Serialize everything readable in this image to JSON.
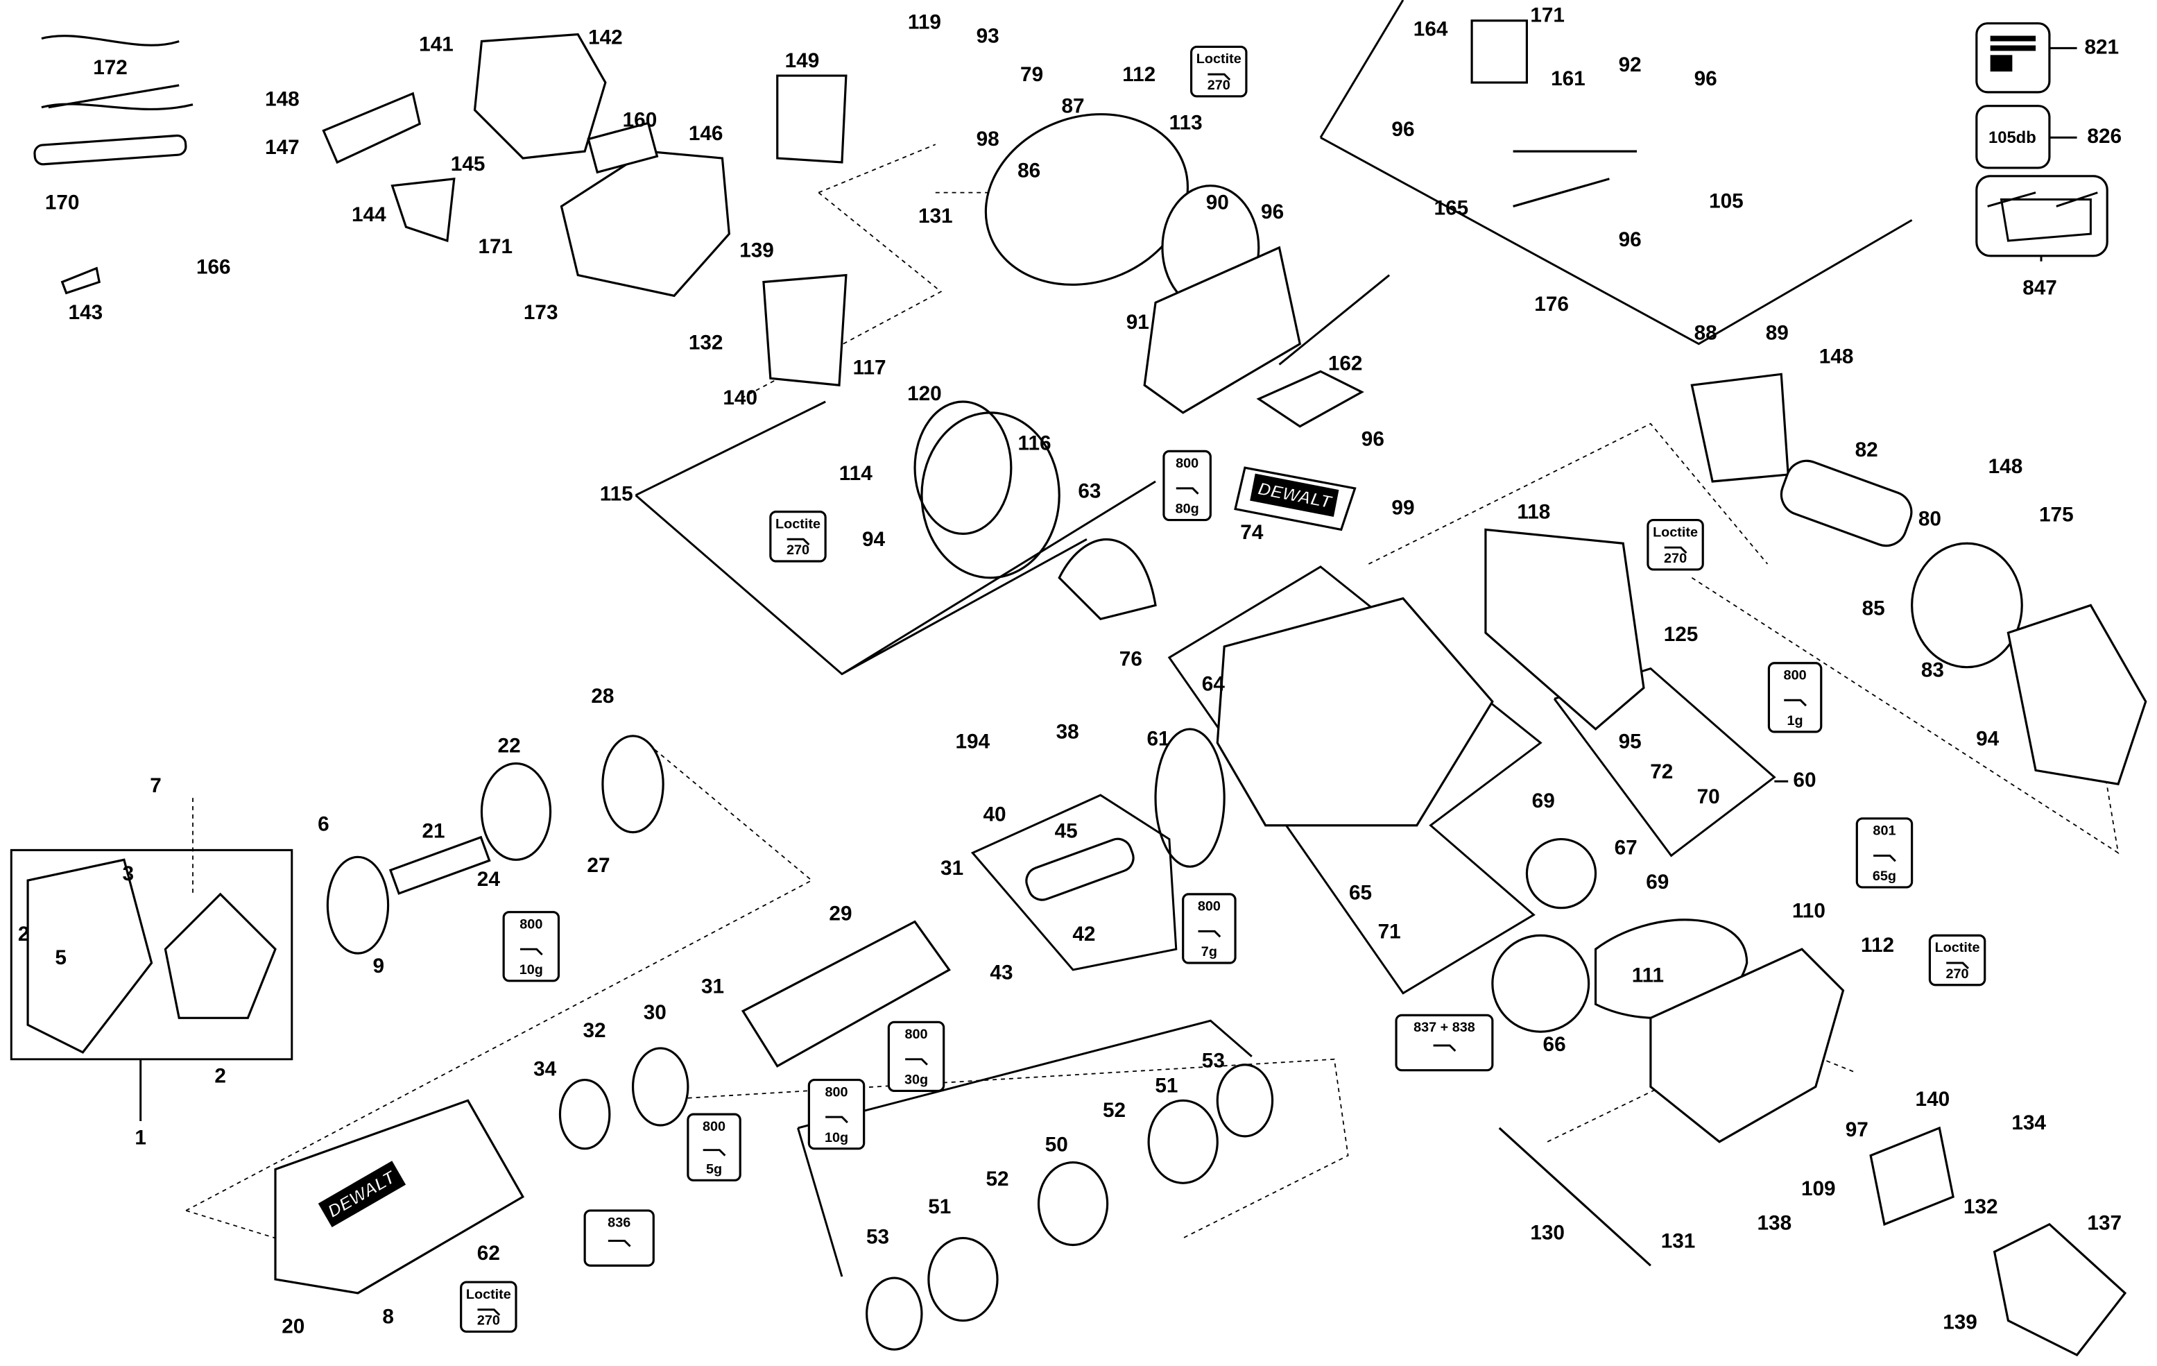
{
  "diagram": {
    "parts": [
      "172",
      "170",
      "143",
      "166",
      "148",
      "147",
      "141",
      "142",
      "145",
      "144",
      "171",
      "173",
      "160",
      "146",
      "149",
      "139",
      "132",
      "140",
      "119",
      "93",
      "79",
      "87",
      "98",
      "86",
      "131",
      "112",
      "113",
      "90",
      "96",
      "91",
      "162",
      "164",
      "171",
      "161",
      "92",
      "96",
      "96",
      "165",
      "105",
      "96",
      "176",
      "821",
      "826",
      "847",
      "88",
      "89",
      "148",
      "117",
      "120",
      "114",
      "116",
      "115",
      "94",
      "63",
      "96",
      "74",
      "99",
      "118",
      "125",
      "82",
      "80",
      "148",
      "175",
      "85",
      "83",
      "94",
      "76",
      "64",
      "95",
      "72",
      "70",
      "60",
      "28",
      "22",
      "7",
      "6",
      "21",
      "24",
      "27",
      "9",
      "3",
      "2",
      "5",
      "2",
      "1",
      "194",
      "38",
      "40",
      "61",
      "45",
      "31",
      "43",
      "42",
      "29",
      "31",
      "30",
      "32",
      "34",
      "69",
      "67",
      "69",
      "65",
      "71",
      "110",
      "111",
      "112",
      "66",
      "53",
      "51",
      "52",
      "50",
      "52",
      "51",
      "53",
      "62",
      "20",
      "8",
      "130",
      "131",
      "138",
      "109",
      "97",
      "140",
      "132",
      "139",
      "134",
      "137"
    ],
    "callouts": [
      {
        "line1": "800",
        "line2": "80g"
      },
      {
        "line1": "800",
        "line2": "1g"
      },
      {
        "line1": "800",
        "line2": "10g"
      },
      {
        "line1": "800",
        "line2": "7g"
      },
      {
        "line1": "800",
        "line2": "30g"
      },
      {
        "line1": "800",
        "line2": "5g"
      },
      {
        "line1": "800",
        "line2": "10g"
      },
      {
        "line1": "801",
        "line2": "65g"
      },
      {
        "line1": "837 + 838",
        "line2": ""
      },
      {
        "line1": "836",
        "line2": ""
      }
    ],
    "loctite": {
      "line1": "Loctite",
      "line2": "270"
    },
    "decibel_label": "105db",
    "brand_mark": "DEWALT"
  }
}
